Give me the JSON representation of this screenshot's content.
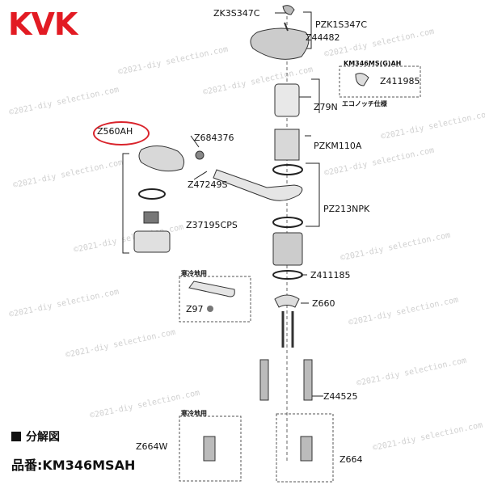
{
  "brand": "KVK",
  "watermark": "©2021-diy selection.com",
  "footer": {
    "title": "分解図",
    "model_label": "品番:KM346MSAH"
  },
  "notes": {
    "econotch_model": "KM346MS(G)AH",
    "econotch_caption": "エコノッチ仕様",
    "cold_region_1": "寒冷地用",
    "cold_region_2": "寒冷地用"
  },
  "parts": {
    "zk3s347c": "ZK3S347C",
    "pzk1s347c": "PZK1S347C",
    "z44482": "Z44482",
    "z411985": "Z411985",
    "z79n": "Z79N",
    "pzkm110a": "PZKM110A",
    "z560ah": "Z560AH",
    "z684376": "Z684376",
    "z47249s": "Z47249S",
    "z37195cps": "Z37195CPS",
    "pz213npk": "PZ213NPK",
    "z411185": "Z411185",
    "z660": "Z660",
    "z97": "Z97",
    "z44525": "Z44525",
    "z664w": "Z664W",
    "z664": "Z664"
  }
}
